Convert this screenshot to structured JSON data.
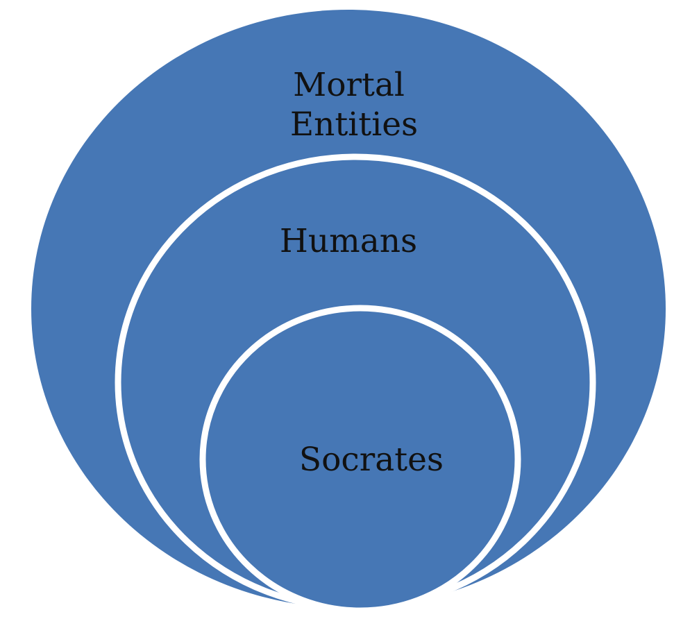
{
  "diagram": {
    "type": "nested-circles",
    "fill_color": "#4677b5",
    "stroke_color": "#ffffff",
    "text_color": "#111111",
    "circles": [
      {
        "level": "outer",
        "label_lines": [
          "Mortal",
          "Entities"
        ]
      },
      {
        "level": "middle",
        "label_lines": [
          "Humans"
        ]
      },
      {
        "level": "inner",
        "label_lines": [
          "Socrates"
        ]
      }
    ]
  }
}
